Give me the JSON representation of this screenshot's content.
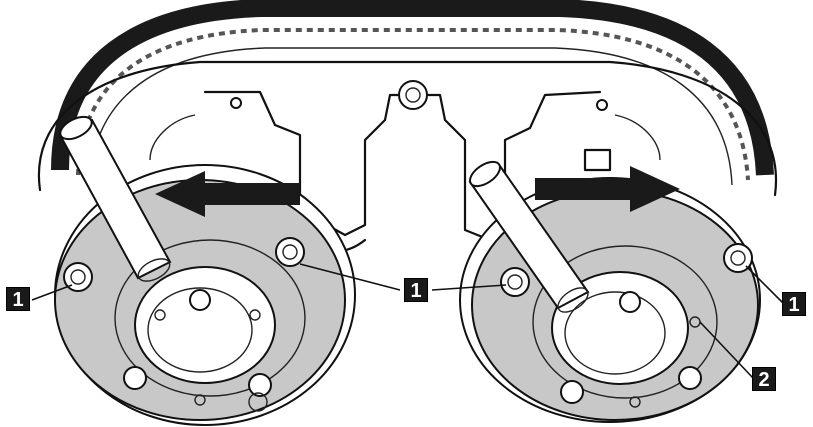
{
  "callouts": {
    "left_bolt": "1",
    "center_bolt": "1",
    "right_bolt": "1",
    "hole": "2"
  },
  "colors": {
    "outline": "#111111",
    "sprocket_fill": "#c8c8c8",
    "chain": "#1a1a1a",
    "arrow": "#1a1a1a",
    "background": "#ffffff"
  },
  "arrows": {
    "left": "points-left",
    "right": "points-right"
  }
}
